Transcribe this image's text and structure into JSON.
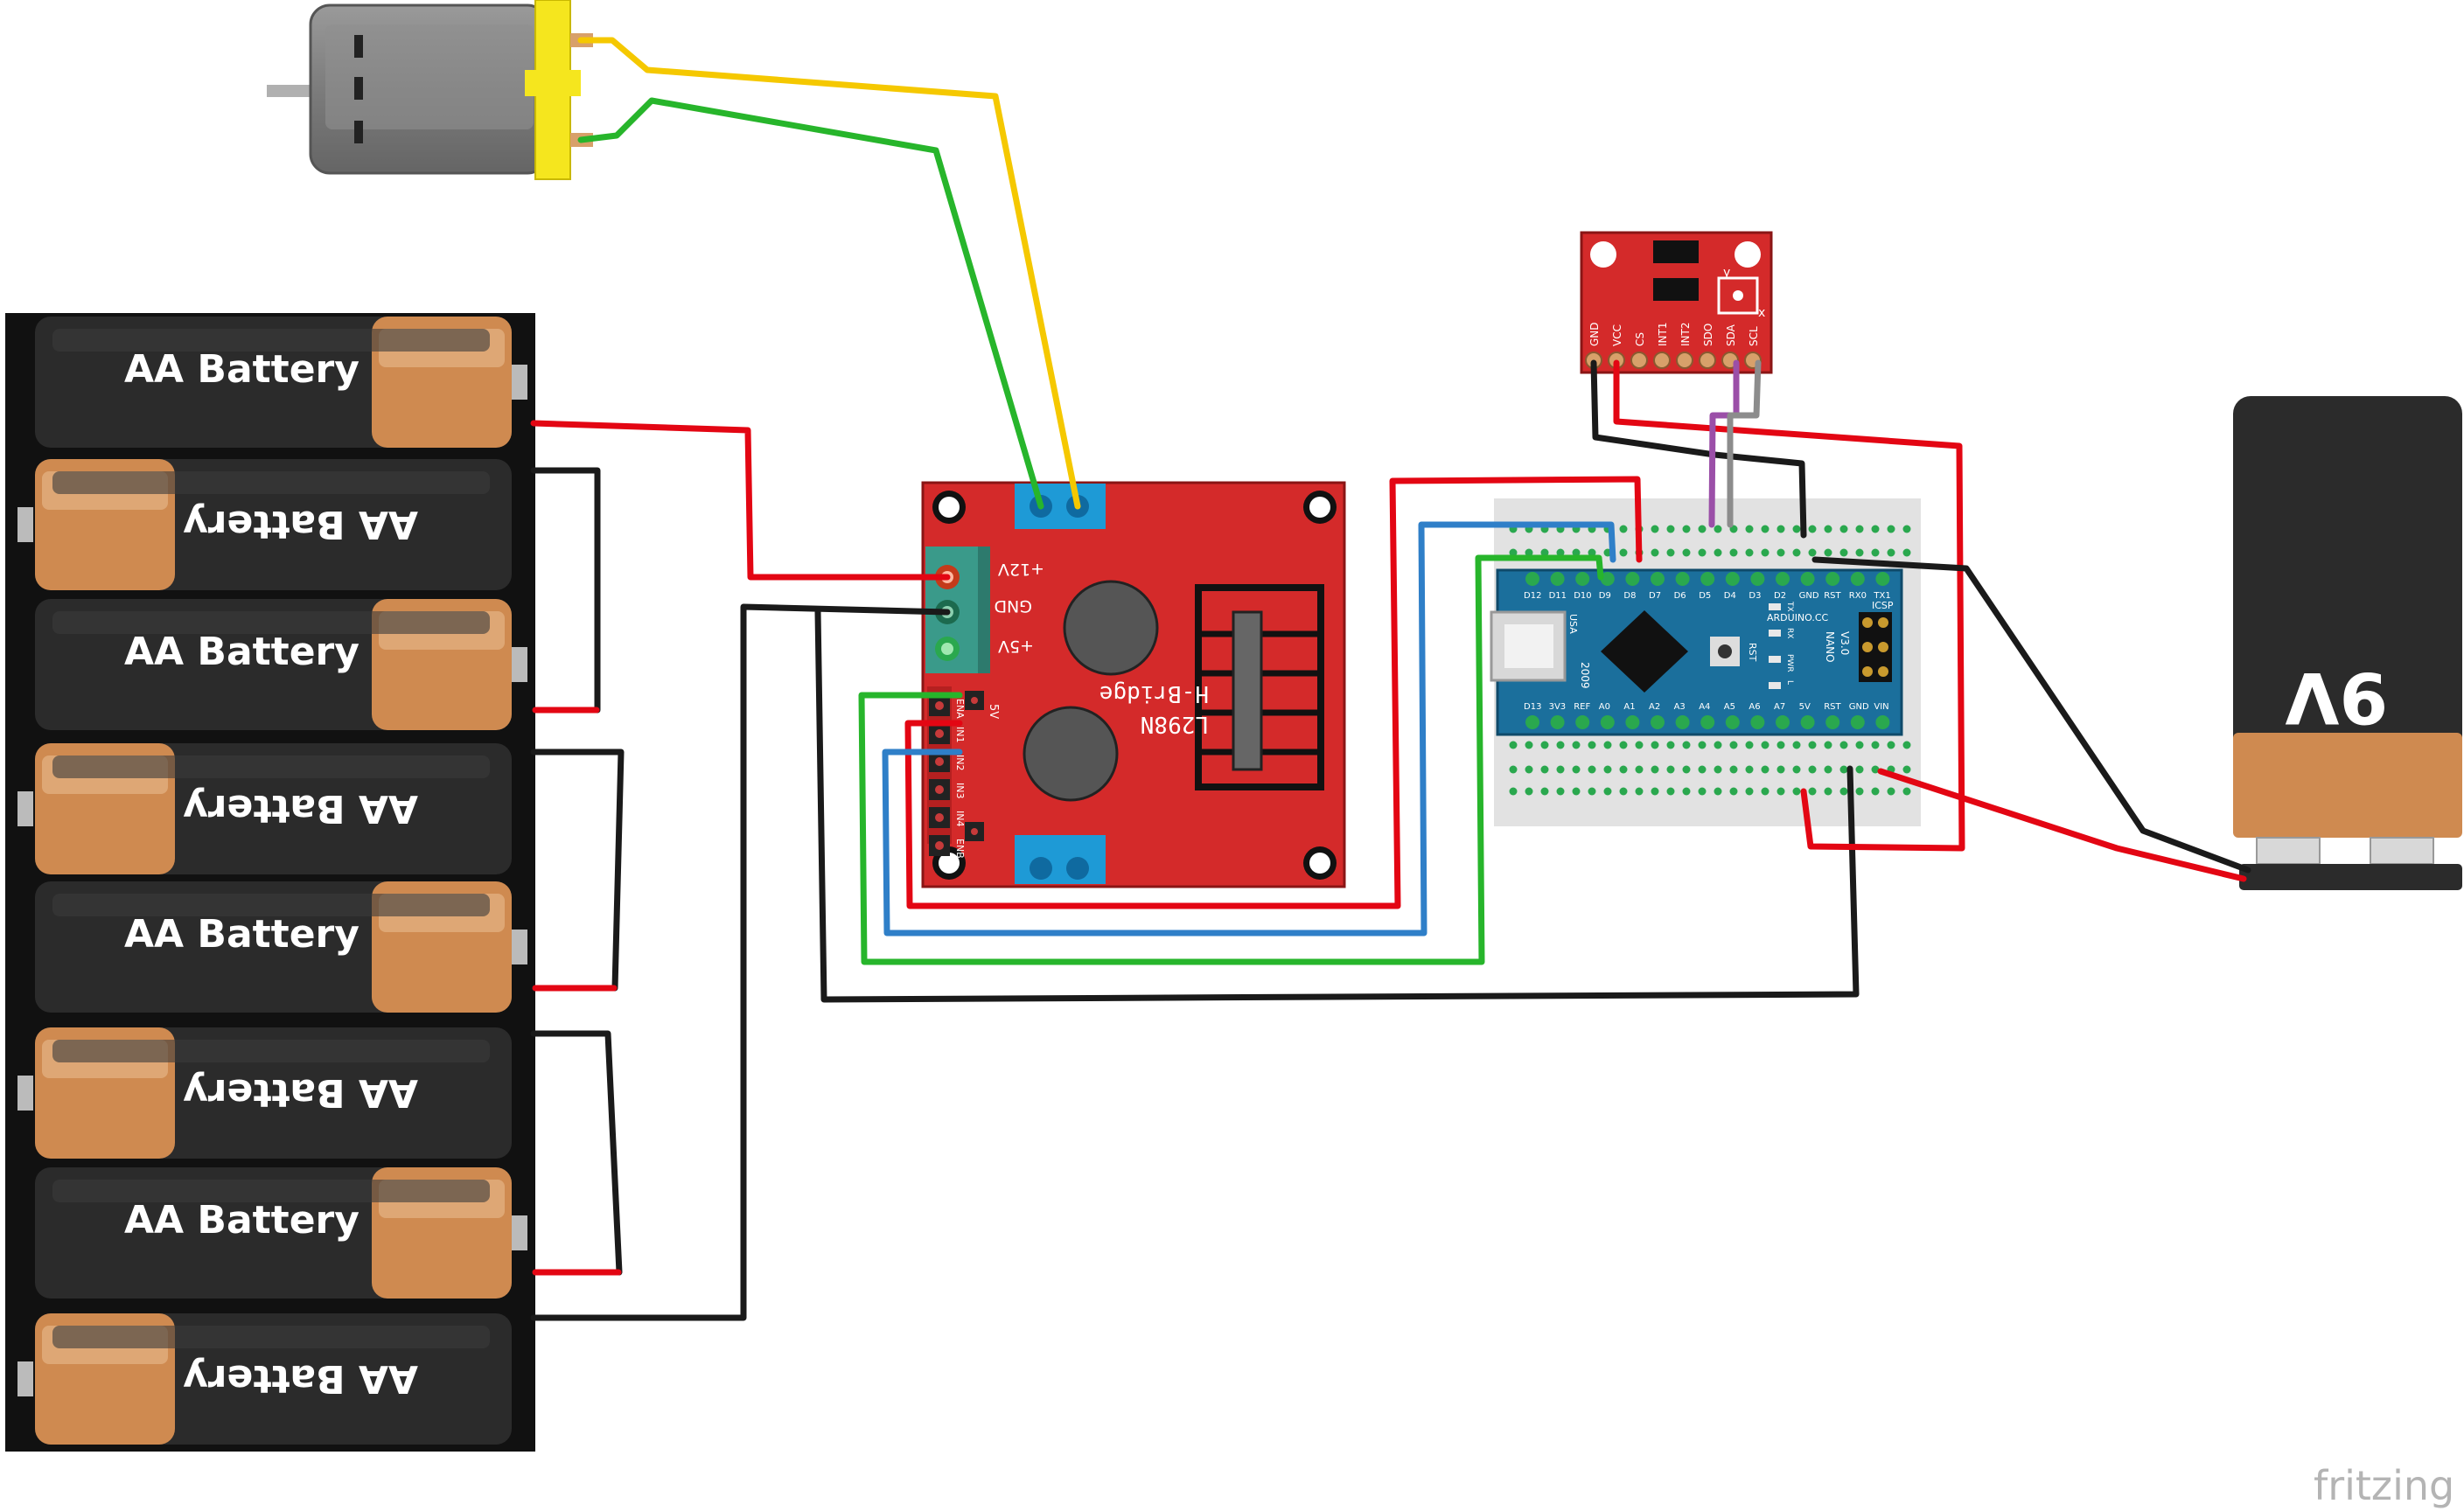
{
  "battery_label": "AA Battery",
  "hbridge": {
    "model": "L298N",
    "name": "H-Bridge",
    "pins": {
      "v12": "+12V",
      "gnd": "GND",
      "v5": "+5V"
    },
    "jumper_label": "5V",
    "header_pins": [
      "ENA",
      "IN1",
      "IN2",
      "IN3",
      "IN4",
      "ENB"
    ]
  },
  "accelerometer": {
    "pins": [
      "GND",
      "VCC",
      "CS",
      "INT1",
      "INT2",
      "SDO",
      "SDA",
      "SCL"
    ],
    "axis_x": "x",
    "axis_y": "y"
  },
  "arduino": {
    "brand": "ARDUINO.CC",
    "model": "NANO",
    "version": "V3.0",
    "usa": "USA",
    "year": "2009",
    "icsp": "ICSP",
    "rst": "RST",
    "top_pins": [
      "D12",
      "D11",
      "D10",
      "D9",
      "D8",
      "D7",
      "D6",
      "D5",
      "D4",
      "D3",
      "D2",
      "GND",
      "RST",
      "RX0",
      "TX1"
    ],
    "bottom_pins": [
      "D13",
      "3V3",
      "REF",
      "A0",
      "A1",
      "A2",
      "A3",
      "A4",
      "A5",
      "A6",
      "A7",
      "5V",
      "RST",
      "GND",
      "VIN"
    ],
    "leds": [
      "TX",
      "RX",
      "PWR",
      "L"
    ]
  },
  "battery_9v": {
    "label": "9V"
  },
  "watermark": "fritzing",
  "colors": {
    "wire_red": "#e30613",
    "wire_black": "#1a1a1a",
    "wire_blue": "#2f7fc8",
    "wire_green": "#27b52b",
    "wire_yellow": "#f5c800",
    "wire_purple": "#9b4fa8",
    "wire_gray": "#8c8c8c",
    "board_red": "#d42a2a",
    "arduino_blue": "#1b6f9c",
    "battery_copper": "#cf8a50",
    "battery_black": "#2b2b2b"
  }
}
